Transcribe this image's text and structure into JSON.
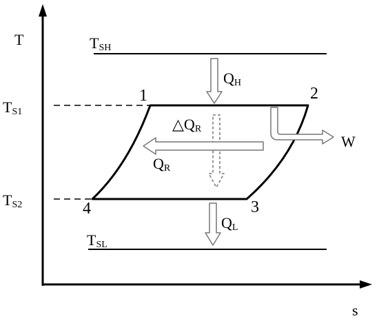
{
  "axes": {
    "y_label": "T",
    "x_label": "s"
  },
  "reservoirs": {
    "high": {
      "main": "T",
      "sub": "SH"
    },
    "low": {
      "main": "T",
      "sub": "SL"
    }
  },
  "levels": {
    "s1": {
      "main": "T",
      "sub": "S1"
    },
    "s2": {
      "main": "T",
      "sub": "S2"
    }
  },
  "state_points": {
    "p1": "1",
    "p2": "2",
    "p3": "3",
    "p4": "4"
  },
  "heat_flows": {
    "qh": {
      "main": "Q",
      "sub": "H"
    },
    "ql": {
      "main": "Q",
      "sub": "L"
    },
    "qr": {
      "main": "Q",
      "sub": "R"
    },
    "dqr": {
      "delta": "△",
      "main": "Q",
      "sub": "R"
    }
  },
  "work": {
    "label": "W"
  },
  "colors": {
    "line": "#000000",
    "arrow_outline": "#777777",
    "arrow_fill": "#ffffff"
  }
}
